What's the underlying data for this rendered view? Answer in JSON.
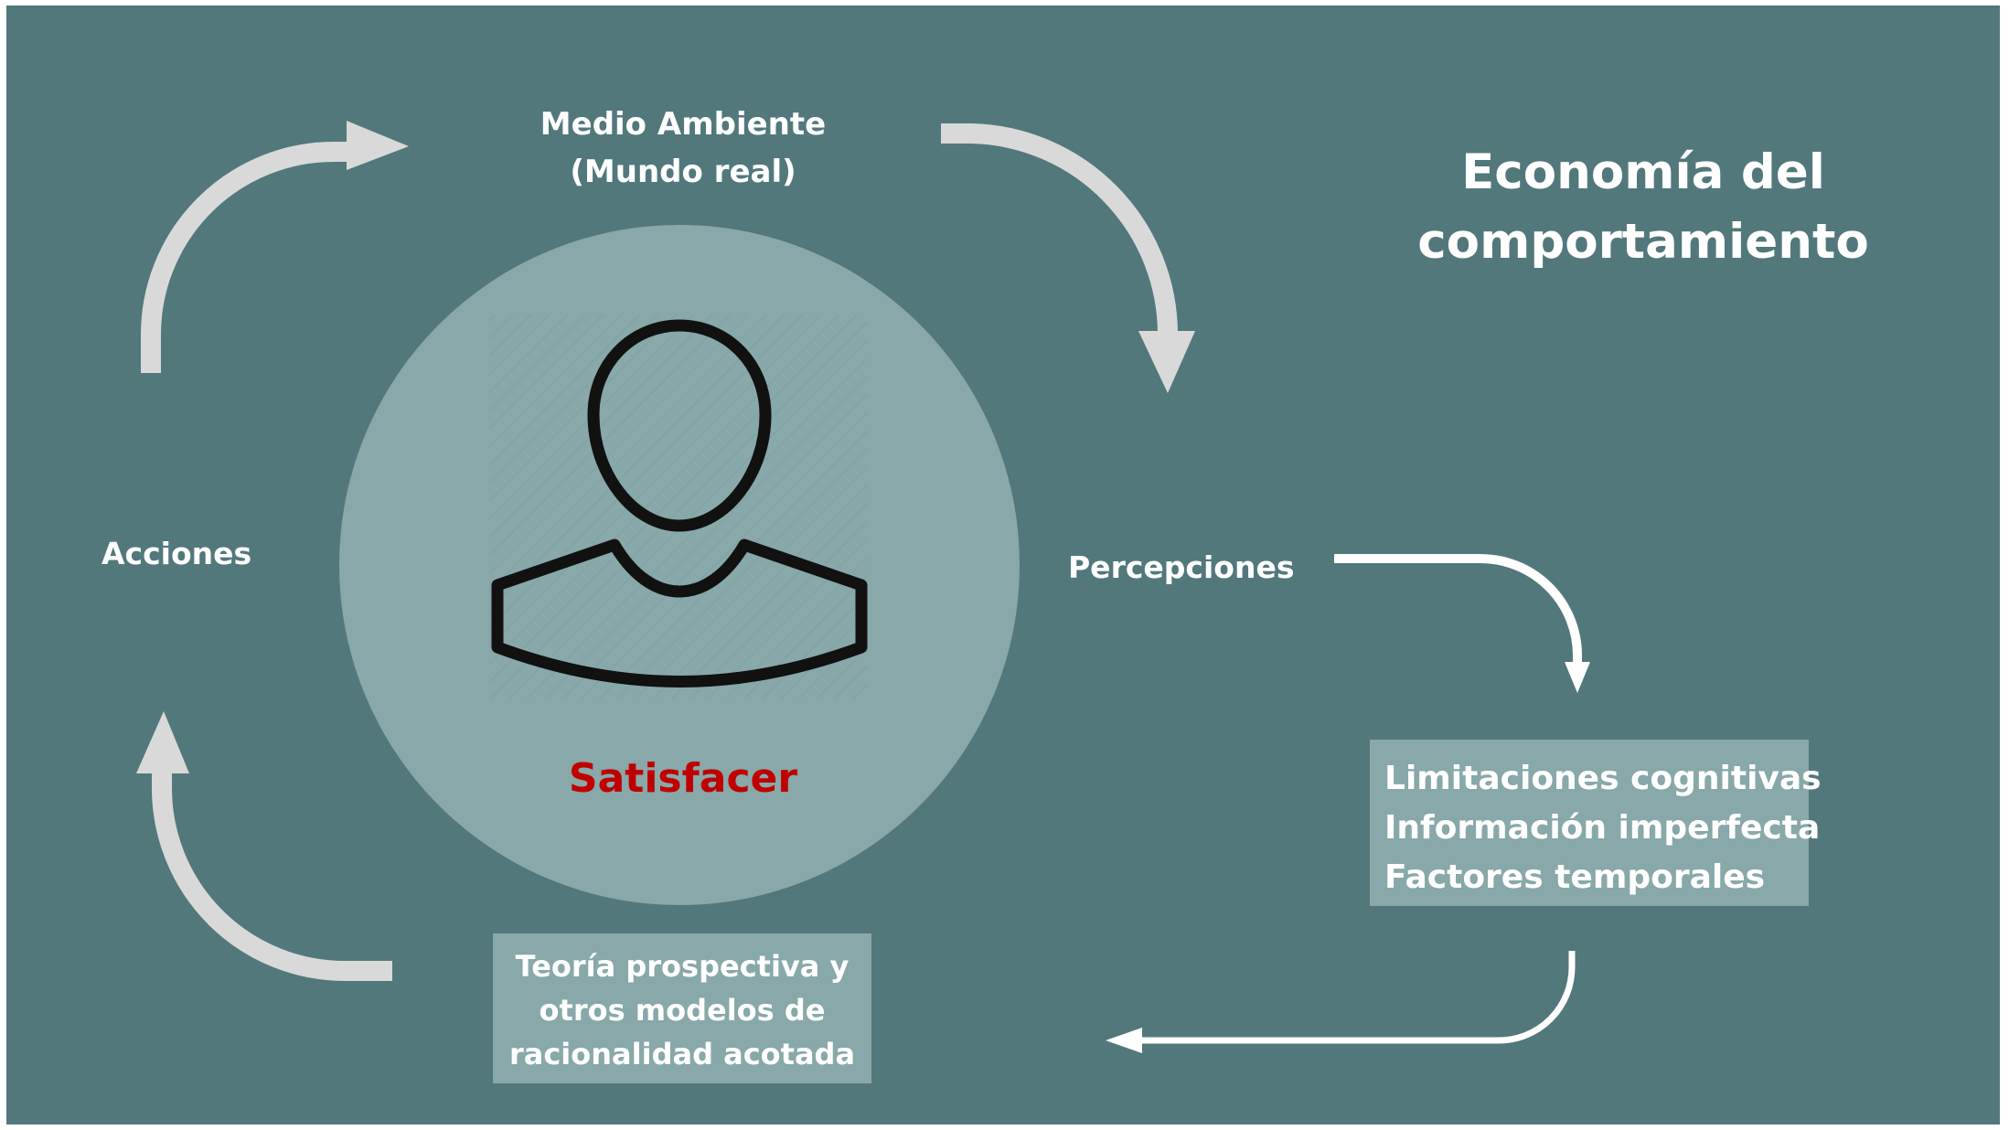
{
  "title": {
    "line1": "Economía del",
    "line2": "comportamiento"
  },
  "environment": {
    "line1": "Medio Ambiente",
    "line2": "(Mundo real)"
  },
  "actions_label": "Acciones",
  "perceptions_label": "Percepciones",
  "center": {
    "icon": "person-icon",
    "label": "Satisfacer",
    "label_color": "#c00000"
  },
  "limitations": [
    "Limitaciones cognitivas",
    "Información imperfecta",
    "Factores temporales"
  ],
  "theory": [
    "Teoría prospectiva y",
    "otros modelos de",
    "racionalidad acotada"
  ],
  "colors": {
    "background": "#52787c",
    "circle": "#88a8a9",
    "box": "#88a8a9",
    "thick_arrow": "#d9d9d9",
    "thin_arrow": "#ffffff"
  }
}
